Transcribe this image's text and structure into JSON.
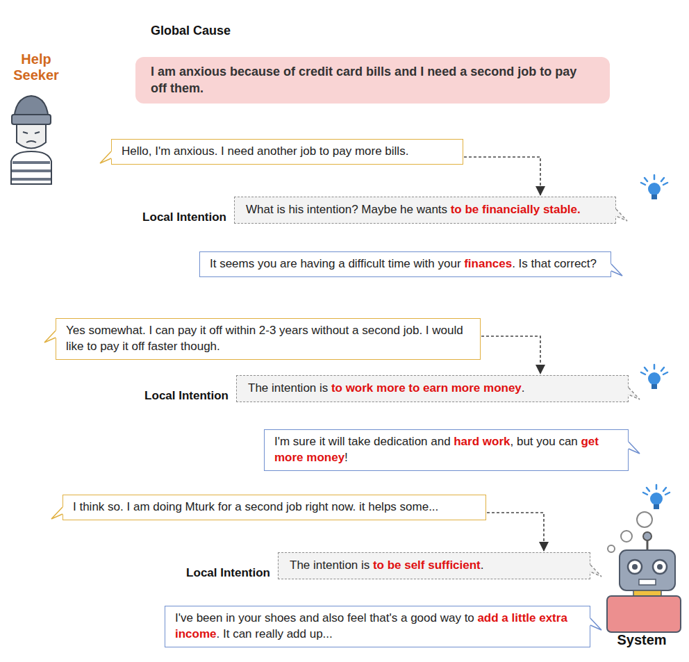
{
  "diagram": {
    "nodes": [
      {
        "text": [
          "Global Cause",
          "I am anxious because of credit card bills and I need a second job to pay off them."
        ]
      },
      {
        "text": [
          "Hello, I'm anxious. I need another job to pay more bills."
        ]
      },
      {
        "text": [
          "Local Intention",
          "What is his intention? Maybe he wants",
          "to be financially stable."
        ]
      },
      {
        "text": [
          "It seems you are having a difficult time with your",
          "finances",
          ". Is that correct?"
        ]
      },
      {
        "text": [
          "Yes somewhat. I can pay it off within 2-3 years without a second job. I would like to pay it off faster though."
        ]
      },
      {
        "text": [
          "Local Intention",
          "The intention is",
          "to work more to earn more money",
          "."
        ]
      },
      {
        "text": [
          "I'm sure it will take dedication and",
          "hard work",
          ", but you can",
          "get more money",
          "!"
        ]
      },
      {
        "text": [
          "I think so. I am doing Mturk for a second job right now. it helps some..."
        ]
      },
      {
        "text": [
          "Local Intention",
          "The intention is",
          "to be self sufficient",
          "."
        ]
      },
      {
        "text": [
          "I've been in your shoes and also feel that's a good way to",
          "add a little extra income",
          ". It can really add up..."
        ]
      }
    ],
    "edges": [
      {
        "from": 1,
        "to": 2,
        "arrow": "to"
      },
      {
        "from": 4,
        "to": 5,
        "arrow": "to"
      },
      {
        "from": 7,
        "to": 8,
        "arrow": "to"
      }
    ],
    "labels": [
      "Help Seeker",
      "System"
    ]
  }
}
